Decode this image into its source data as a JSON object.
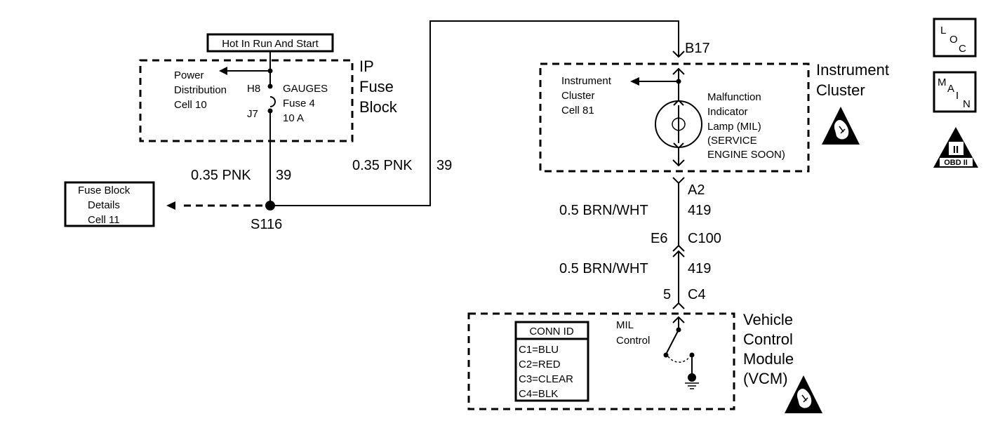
{
  "colors": {
    "ink": "#000000",
    "paper": "#ffffff"
  },
  "icons": [
    "loc-button-icon",
    "main-button-icon",
    "obd-ii-icon",
    "esd-warning-icon"
  ],
  "ip_fuse_block": {
    "power_source": "Hot In Run And Start",
    "title_line1": "IP",
    "title_line2": "Fuse",
    "title_line3": "Block",
    "power_dist_line1": "Power",
    "power_dist_line2": "Distribution",
    "power_dist_line3": "Cell 10",
    "terminal_in": "H8",
    "terminal_out": "J7",
    "fuse_line1": "GAUGES",
    "fuse_line2": "Fuse 4",
    "fuse_line3": "10 A"
  },
  "wires": {
    "left_gauge": "0.35 PNK",
    "left_circuit": "39",
    "top_gauge": "0.35 PNK",
    "top_circuit": "39",
    "mid_gauge": "0.5 BRN/WHT",
    "mid_circuit": "419",
    "low_gauge": "0.5 BRN/WHT",
    "low_circuit": "419"
  },
  "splice": {
    "label": "S116"
  },
  "fuse_block_details": {
    "line1": "Fuse Block",
    "line2": "Details",
    "line3": "Cell 11"
  },
  "instrument_cluster": {
    "title_line1": "Instrument",
    "title_line2": "Cluster",
    "pin_top": "B17",
    "pin_bottom": "A2",
    "ref_line1": "Instrument",
    "ref_line2": "Cluster",
    "ref_line3": "Cell 81",
    "lamp_line1": "Malfunction",
    "lamp_line2": "Indicator",
    "lamp_line3": "Lamp (MIL)",
    "lamp_line4": "(SERVICE",
    "lamp_line5": "ENGINE SOON)"
  },
  "connectors": {
    "c100_pin": "E6",
    "c100_name": "C100",
    "c4_pin": "5",
    "c4_name": "C4"
  },
  "vcm": {
    "title_line1": "Vehicle",
    "title_line2": "Control",
    "title_line3": "Module",
    "title_line4": "(VCM)",
    "switch_line1": "MIL",
    "switch_line2": "Control",
    "conn_id_title": "CONN ID",
    "conn_ids": [
      "C1=BLU",
      "C2=RED",
      "C3=CLEAR",
      "C4=BLK"
    ]
  },
  "nav_buttons": {
    "loc": [
      "L",
      "O",
      "C"
    ],
    "main": [
      "M",
      "A",
      "I",
      "N"
    ],
    "obd_numeral": "II",
    "obd_text": "OBD II"
  }
}
